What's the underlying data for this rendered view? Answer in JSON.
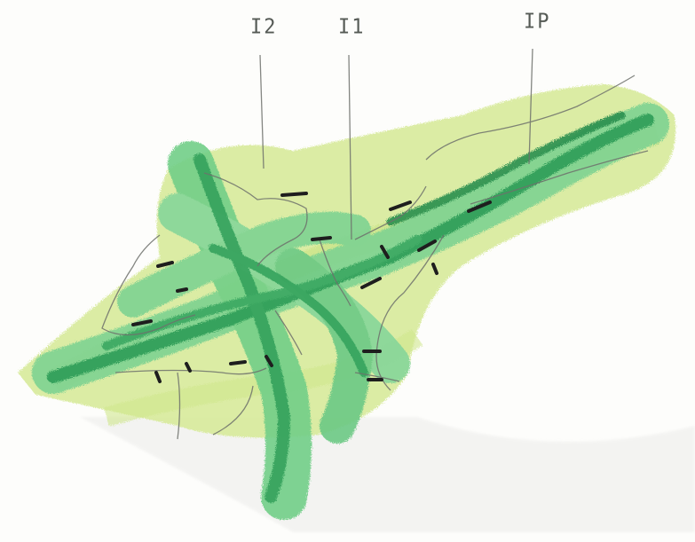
{
  "labels": {
    "i2": "I2",
    "i1": "I1",
    "ip": "IP"
  },
  "colors": {
    "paper": "#fdfdfb",
    "light_green": "#cfe58a",
    "mid_green": "#6fcf8a",
    "dark_green": "#2e9a55",
    "pencil": "#6e716c",
    "dash": "#1e1e1e"
  }
}
